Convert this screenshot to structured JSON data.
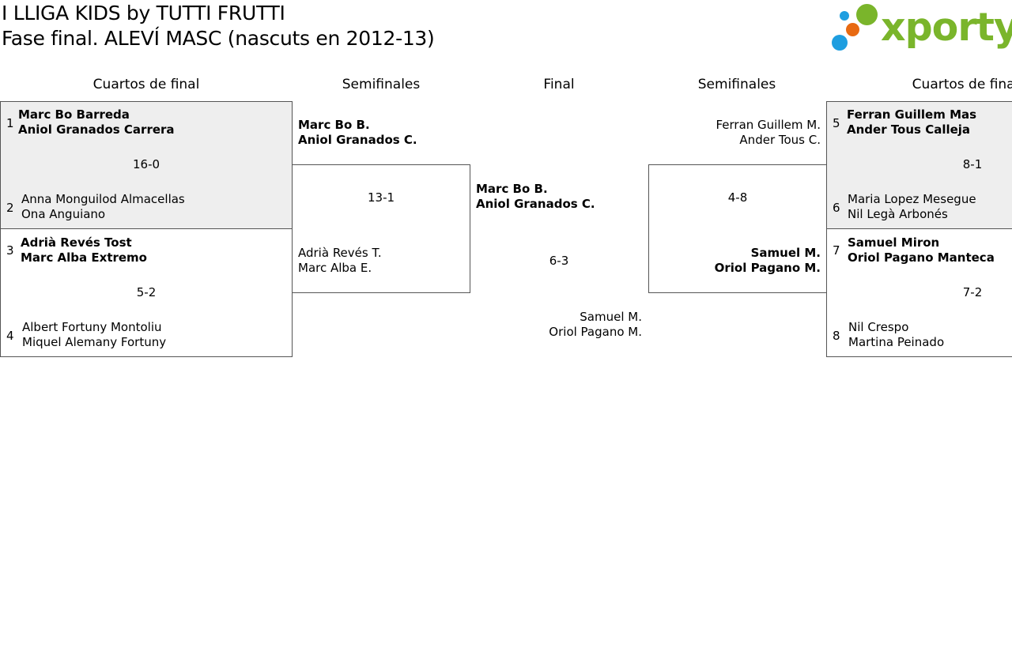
{
  "header": {
    "title_line1": "I LLIGA KIDS by TUTTI FRUTTI",
    "title_line2": "Fase final. ALEVÍ MASC (nascuts en 2012-13)",
    "logo_text": "xporty",
    "logo_colors": [
      "#1e9ee0",
      "#e86a12",
      "#7ab52b"
    ]
  },
  "columns": {
    "quarters_left": "Cuartos de final",
    "semis_left": "Semifinales",
    "final": "Final",
    "semis_right": "Semifinales",
    "quarters_right": "Cuartos de final"
  },
  "quarters": [
    {
      "top": {
        "seed": "1",
        "p1": "Marc Bo Barreda",
        "p2": "Aniol Granados Carrera"
      },
      "score": "16-0",
      "bottom": {
        "seed": "2",
        "p1": "Anna Monguilod Almacellas",
        "p2": "Ona Anguiano"
      }
    },
    {
      "top": {
        "seed": "3",
        "p1": "Adrià Revés Tost",
        "p2": "Marc Alba Extremo"
      },
      "score": "5-2",
      "bottom": {
        "seed": "4",
        "p1": "Albert Fortuny Montoliu",
        "p2": "Miquel Alemany Fortuny"
      }
    },
    {
      "top": {
        "seed": "5",
        "p1": "Ferran Guillem Mas",
        "p2": "Ander Tous Calleja"
      },
      "score": "8-1",
      "bottom": {
        "seed": "6",
        "p1": "Maria Lopez Mesegue",
        "p2": "Nil Legà Arbonés"
      }
    },
    {
      "top": {
        "seed": "7",
        "p1": "Samuel Miron",
        "p2": "Oriol Pagano Manteca"
      },
      "score": "7-2",
      "bottom": {
        "seed": "8",
        "p1": "Nil Crespo",
        "p2": "Martina Peinado"
      }
    }
  ],
  "semis": [
    {
      "top": {
        "p1": "Marc Bo B.",
        "p2": "Aniol Granados C."
      },
      "score": "13-1",
      "bottom": {
        "p1": "Adrià Revés T.",
        "p2": "Marc Alba E."
      }
    },
    {
      "top": {
        "p1": "Ferran Guillem M.",
        "p2": "Ander Tous C."
      },
      "score": "4-8",
      "bottom": {
        "p1": "Samuel M.",
        "p2": "Oriol Pagano M."
      }
    }
  ],
  "final": {
    "top": {
      "p1": "Marc Bo B.",
      "p2": "Aniol Granados C."
    },
    "score": "6-3",
    "bottom": {
      "p1": "Samuel M.",
      "p2": "Oriol Pagano M."
    }
  }
}
